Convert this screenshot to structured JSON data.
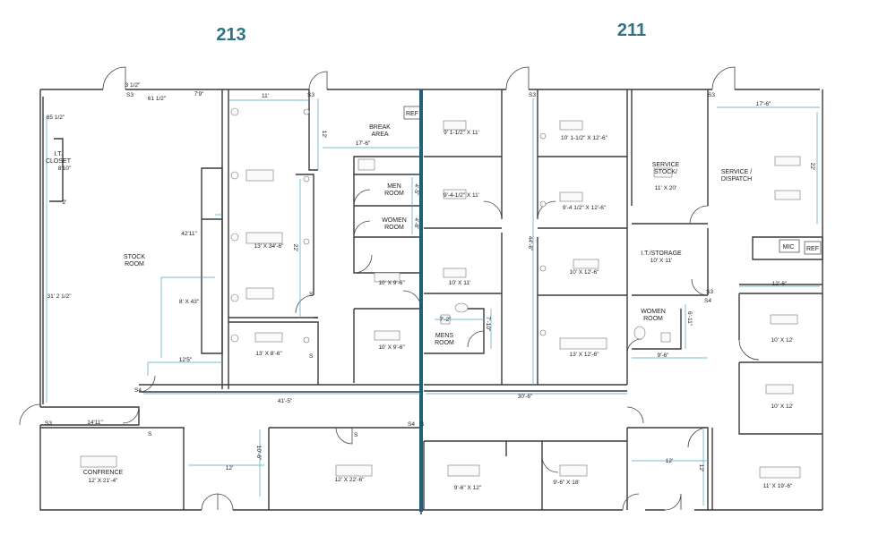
{
  "units": {
    "left": "213",
    "right": "211"
  },
  "labels": {
    "it_closet": [
      "I.T.",
      "CLOSET"
    ],
    "stock_room": [
      "STOCK",
      "ROOM"
    ],
    "break_area": [
      "BREAK",
      "AREA"
    ],
    "men_room": [
      "MEN",
      "ROOM"
    ],
    "women_room": [
      "WOMEN",
      "ROOM"
    ],
    "mens_room": [
      "MENS",
      "ROOM"
    ],
    "women_room_right": [
      "WOMEN",
      "ROOM"
    ],
    "service_stock": [
      "SERVICE",
      "STOCK/"
    ],
    "service_dispatch": [
      "SERVICE /",
      "DISPATCH"
    ],
    "it_storage": "I.T./STORAGE",
    "confrence": "CONFRENCE",
    "ref": "REF",
    "ref_right": "REF",
    "mic": "MIC"
  },
  "room_sizes": {
    "r_9_1_2": "9' 1-1/2\" X 11'",
    "r_9_4_2": "9'-4-1/2\" X 11'",
    "r_10x11": "10' X 11'",
    "r_10_1_2": "10' 1-1/2\" X 12'-6\"",
    "r_9_4_12": "9'-4 1/2\" X 12'-6\"",
    "r_10x12_6": "10' X 12'-6\"",
    "r_13x12_6": "13' X 12'-6\"",
    "r_11x20": "11' X 20'",
    "r_10x11_it": "10' X 11'",
    "r_13x34": "13' X 34'-6\"",
    "r_13x8": "13' X 8'-6\"",
    "r_10x9a": "10' X 9'-6\"",
    "r_10x9b": "10' X 9'-6\"",
    "r_conf": "12' X 21'-4\"",
    "r_12x22": "12' X 22'-6\"",
    "r_9_6x12": "9'-6\" X 12\"",
    "r_9_6x18": "9'-6\" X 18'",
    "r_10x12a": "10' X 12'",
    "r_10x12b": "10' X 12'",
    "r_11x19": "11' X 19'-6\""
  },
  "dimensions": {
    "d_3_1_2": "3 1/2\"",
    "d_61_1_2": "61 1/2\"",
    "d_7_9": "7'9\"",
    "d_11": "11'",
    "d_85": "85 1/2\"",
    "d_8_10": "8'10\"",
    "d_2": "2'",
    "d_12v": "12'",
    "d_17_6a": "17'-6\"",
    "d_4_5": "4'-5\"",
    "d_4_8": "4'-8\"",
    "d_22a": "22'",
    "d_42_11": "42'11\"",
    "d_8x43": "8' X 43\"",
    "d_31_2": "31' 2 1/2\"",
    "d_12_5": "12'5\"",
    "d_41_5": "41'-5\"",
    "d_14_11": "14'11\"",
    "d_10_6": "10'-6\"",
    "d_12h": "12'",
    "d_7_2": "7'-2\"",
    "d_7_10": "7'-10\"",
    "d_44_6": "44'-6\"",
    "d_30_6": "30'-6\"",
    "d_17_6b": "17'-6\"",
    "d_22b": "22'",
    "d_12_6": "12'-6\"",
    "d_6_11": "6'-11\"",
    "d_9_6": "9'-6\"",
    "d_12h2": "12'",
    "d_12v2": "12'"
  },
  "markers": {
    "s3_a": "S3",
    "s3_b": "S3",
    "s3_c": "S3",
    "s3_d": "S3",
    "s3_e": "S3",
    "s3_f": "S3",
    "s4_a": "S4",
    "s4_b": "S4",
    "s4s": "S4",
    "s_a": "S",
    "s_b": "S",
    "s_c": "S",
    "s_d": "S",
    "s_e": "S"
  },
  "colors": {
    "divider": "#1f5f7a",
    "unit_number": "#2f7384",
    "dimension_line": "#4aa3c8"
  }
}
